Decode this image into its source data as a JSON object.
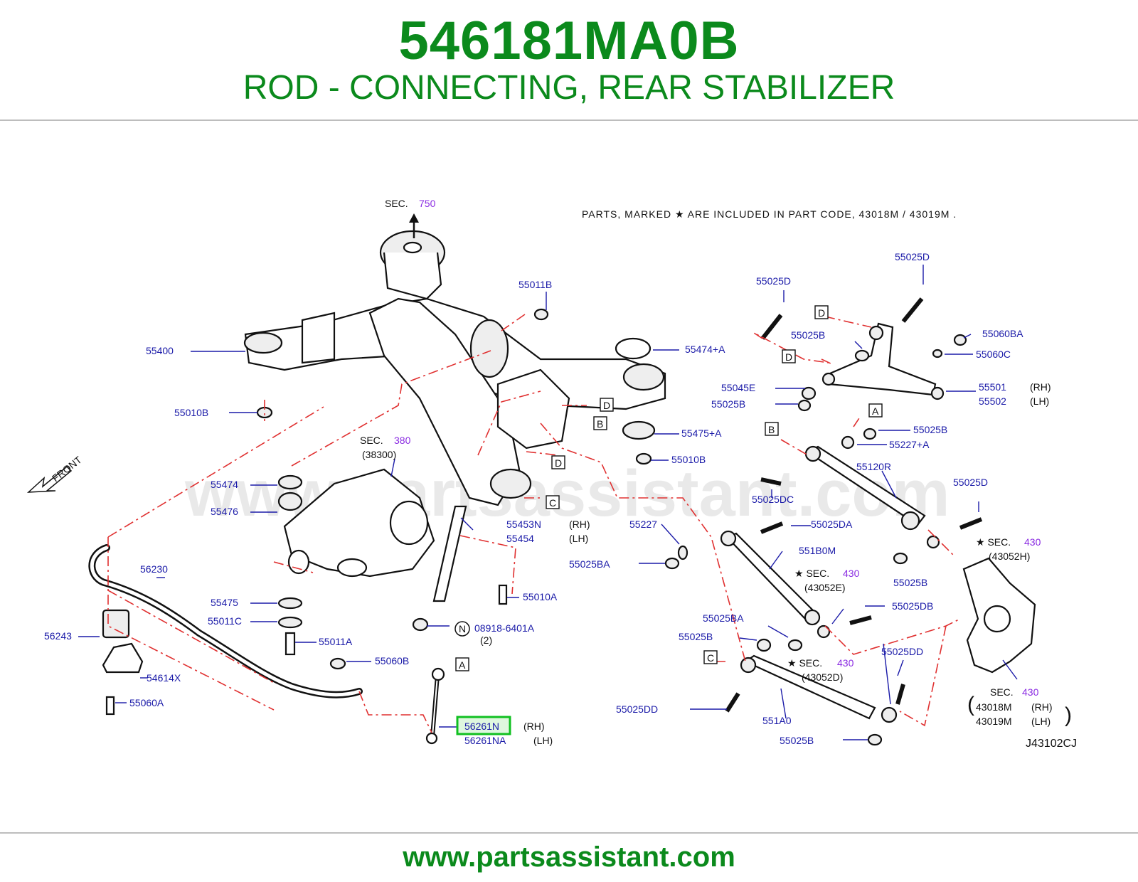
{
  "header": {
    "part_number": "546181MA0B",
    "part_name": "ROD - CONNECTING, REAR STABILIZER"
  },
  "diagram": {
    "note": "PARTS, MARKED ★ ARE INCLUDED IN PART CODE, 43018M / 43019M .",
    "drawing_code": "J43102CJ",
    "front_label": "FRONT",
    "watermark": "www.partsassistant.com",
    "labels": {
      "sec750_prefix": "SEC.",
      "sec750_num": "750",
      "l55011B": "55011B",
      "l55400": "55400",
      "l55010B_a": "55010B",
      "l55474A": "55474+A",
      "l55475A": "55475+A",
      "l55010B_b": "55010B",
      "sec380_prefix": "SEC.",
      "sec380_num": "380",
      "sec380_sub": "(38300)",
      "l55474": "55474",
      "l55476": "55476",
      "l55453N": "55453N",
      "rh1": "(RH)",
      "l55454": "55454",
      "lh1": "(LH)",
      "l55010A": "55010A",
      "l56230": "56230",
      "l55475": "55475",
      "l55011C": "55011C",
      "l55011A": "55011A",
      "l56243": "56243",
      "n_circle": "N",
      "l08918": "08918-6401A",
      "qty2": "(2)",
      "l55060B": "55060B",
      "l54614X": "54614X",
      "l55060A": "55060A",
      "l56261N": "56261N",
      "rh2": "(RH)",
      "l56261NA": "56261NA",
      "lh2": "(LH)",
      "l55025D_1": "55025D",
      "l55025D_2": "55025D",
      "l55025B_1": "55025B",
      "l55060BA": "55060BA",
      "l55060C": "55060C",
      "l55045E": "55045E",
      "l55025B_2": "55025B",
      "l55501": "55501",
      "rh3": "(RH)",
      "l55502": "55502",
      "lh3": "(LH)",
      "l55025B_3": "55025B",
      "l55227A": "55227+A",
      "l55120R": "55120R",
      "l55025DC": "55025DC",
      "l55025D_3": "55025D",
      "l55227": "55227",
      "l55025DA": "55025DA",
      "sec430a_prefix": "SEC.",
      "sec430a_num": "430",
      "sec430a_sub": "(43052H)",
      "l55025BA_1": "55025BA",
      "l551B0M": "551B0M",
      "sec430b_prefix": "SEC.",
      "sec430b_num": "430",
      "sec430b_sub": "(43052E)",
      "l55025B_4": "55025B",
      "l55025DB": "55025DB",
      "l55025BA_2": "55025BA",
      "l55025B_5": "55025B",
      "sec430c_prefix": "SEC.",
      "sec430c_num": "430",
      "sec430c_sub": "(43052D)",
      "l55025DD_1": "55025DD",
      "l55025DD_2": "55025DD",
      "l551A0": "551A0",
      "l55025B_6": "55025B",
      "sec430d_prefix": "SEC.",
      "sec430d_num": "430",
      "l43018M": "43018M",
      "rh4": "(RH)",
      "l43019M": "43019M",
      "lh4": "(LH)"
    },
    "ref_letters": {
      "d1": "D",
      "d2": "D",
      "d3": "D",
      "d4": "D",
      "b1": "B",
      "b2": "B",
      "c1": "C",
      "c2": "C",
      "a1": "A",
      "a2": "A"
    }
  },
  "footer": {
    "url": "www.partsassistant.com"
  },
  "colors": {
    "brand_green": "#0b8a1c",
    "label_blue": "#1a1aa8",
    "section_purple": "#8a2be2",
    "leader_red": "#e03030",
    "highlight_green": "#10c020"
  }
}
